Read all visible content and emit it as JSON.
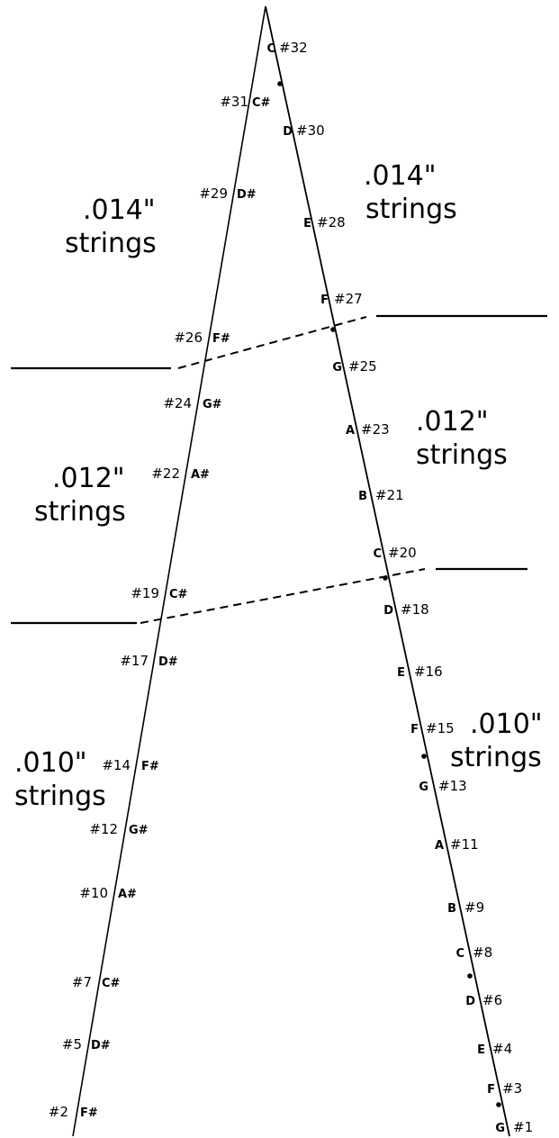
{
  "gauge_labels": {
    "top_left": {
      "line1": ".014\"",
      "line2": "strings"
    },
    "top_right": {
      "line1": ".014\"",
      "line2": "strings"
    },
    "mid_left": {
      "line1": ".012\"",
      "line2": "strings"
    },
    "mid_right": {
      "line1": ".012\"",
      "line2": "strings"
    },
    "bottom_left": {
      "line1": ".010\"",
      "line2": "strings"
    },
    "bottom_right": {
      "line1": ".010\"",
      "line2": "strings"
    }
  },
  "left_strings": [
    {
      "number": "#31",
      "note": "C#"
    },
    {
      "number": "#29",
      "note": "D#"
    },
    {
      "number": "#26",
      "note": "F#"
    },
    {
      "number": "#24",
      "note": "G#"
    },
    {
      "number": "#22",
      "note": "A#"
    },
    {
      "number": "#19",
      "note": "C#"
    },
    {
      "number": "#17",
      "note": "D#"
    },
    {
      "number": "#14",
      "note": "F#"
    },
    {
      "number": "#12",
      "note": "G#"
    },
    {
      "number": "#10",
      "note": "A#"
    },
    {
      "number": "#7",
      "note": "C#"
    },
    {
      "number": "#5",
      "note": "D#"
    },
    {
      "number": "#2",
      "note": "F#"
    }
  ],
  "right_strings": [
    {
      "note": "C",
      "number": "#32"
    },
    {
      "note": "D",
      "number": "#30"
    },
    {
      "note": "E",
      "number": "#28"
    },
    {
      "note": "F",
      "number": "#27"
    },
    {
      "note": "G",
      "number": "#25"
    },
    {
      "note": "A",
      "number": "#23"
    },
    {
      "note": "B",
      "number": "#21"
    },
    {
      "note": "C",
      "number": "#20"
    },
    {
      "note": "D",
      "number": "#18"
    },
    {
      "note": "E",
      "number": "#16"
    },
    {
      "note": "F",
      "number": "#15"
    },
    {
      "note": "G",
      "number": "#13"
    },
    {
      "note": "A",
      "number": "#11"
    },
    {
      "note": "B",
      "number": "#9"
    },
    {
      "note": "C",
      "number": "#8"
    },
    {
      "note": "D",
      "number": "#6"
    },
    {
      "note": "E",
      "number": "#4"
    },
    {
      "note": "F",
      "number": "#3"
    },
    {
      "note": "G",
      "number": "#1"
    }
  ]
}
